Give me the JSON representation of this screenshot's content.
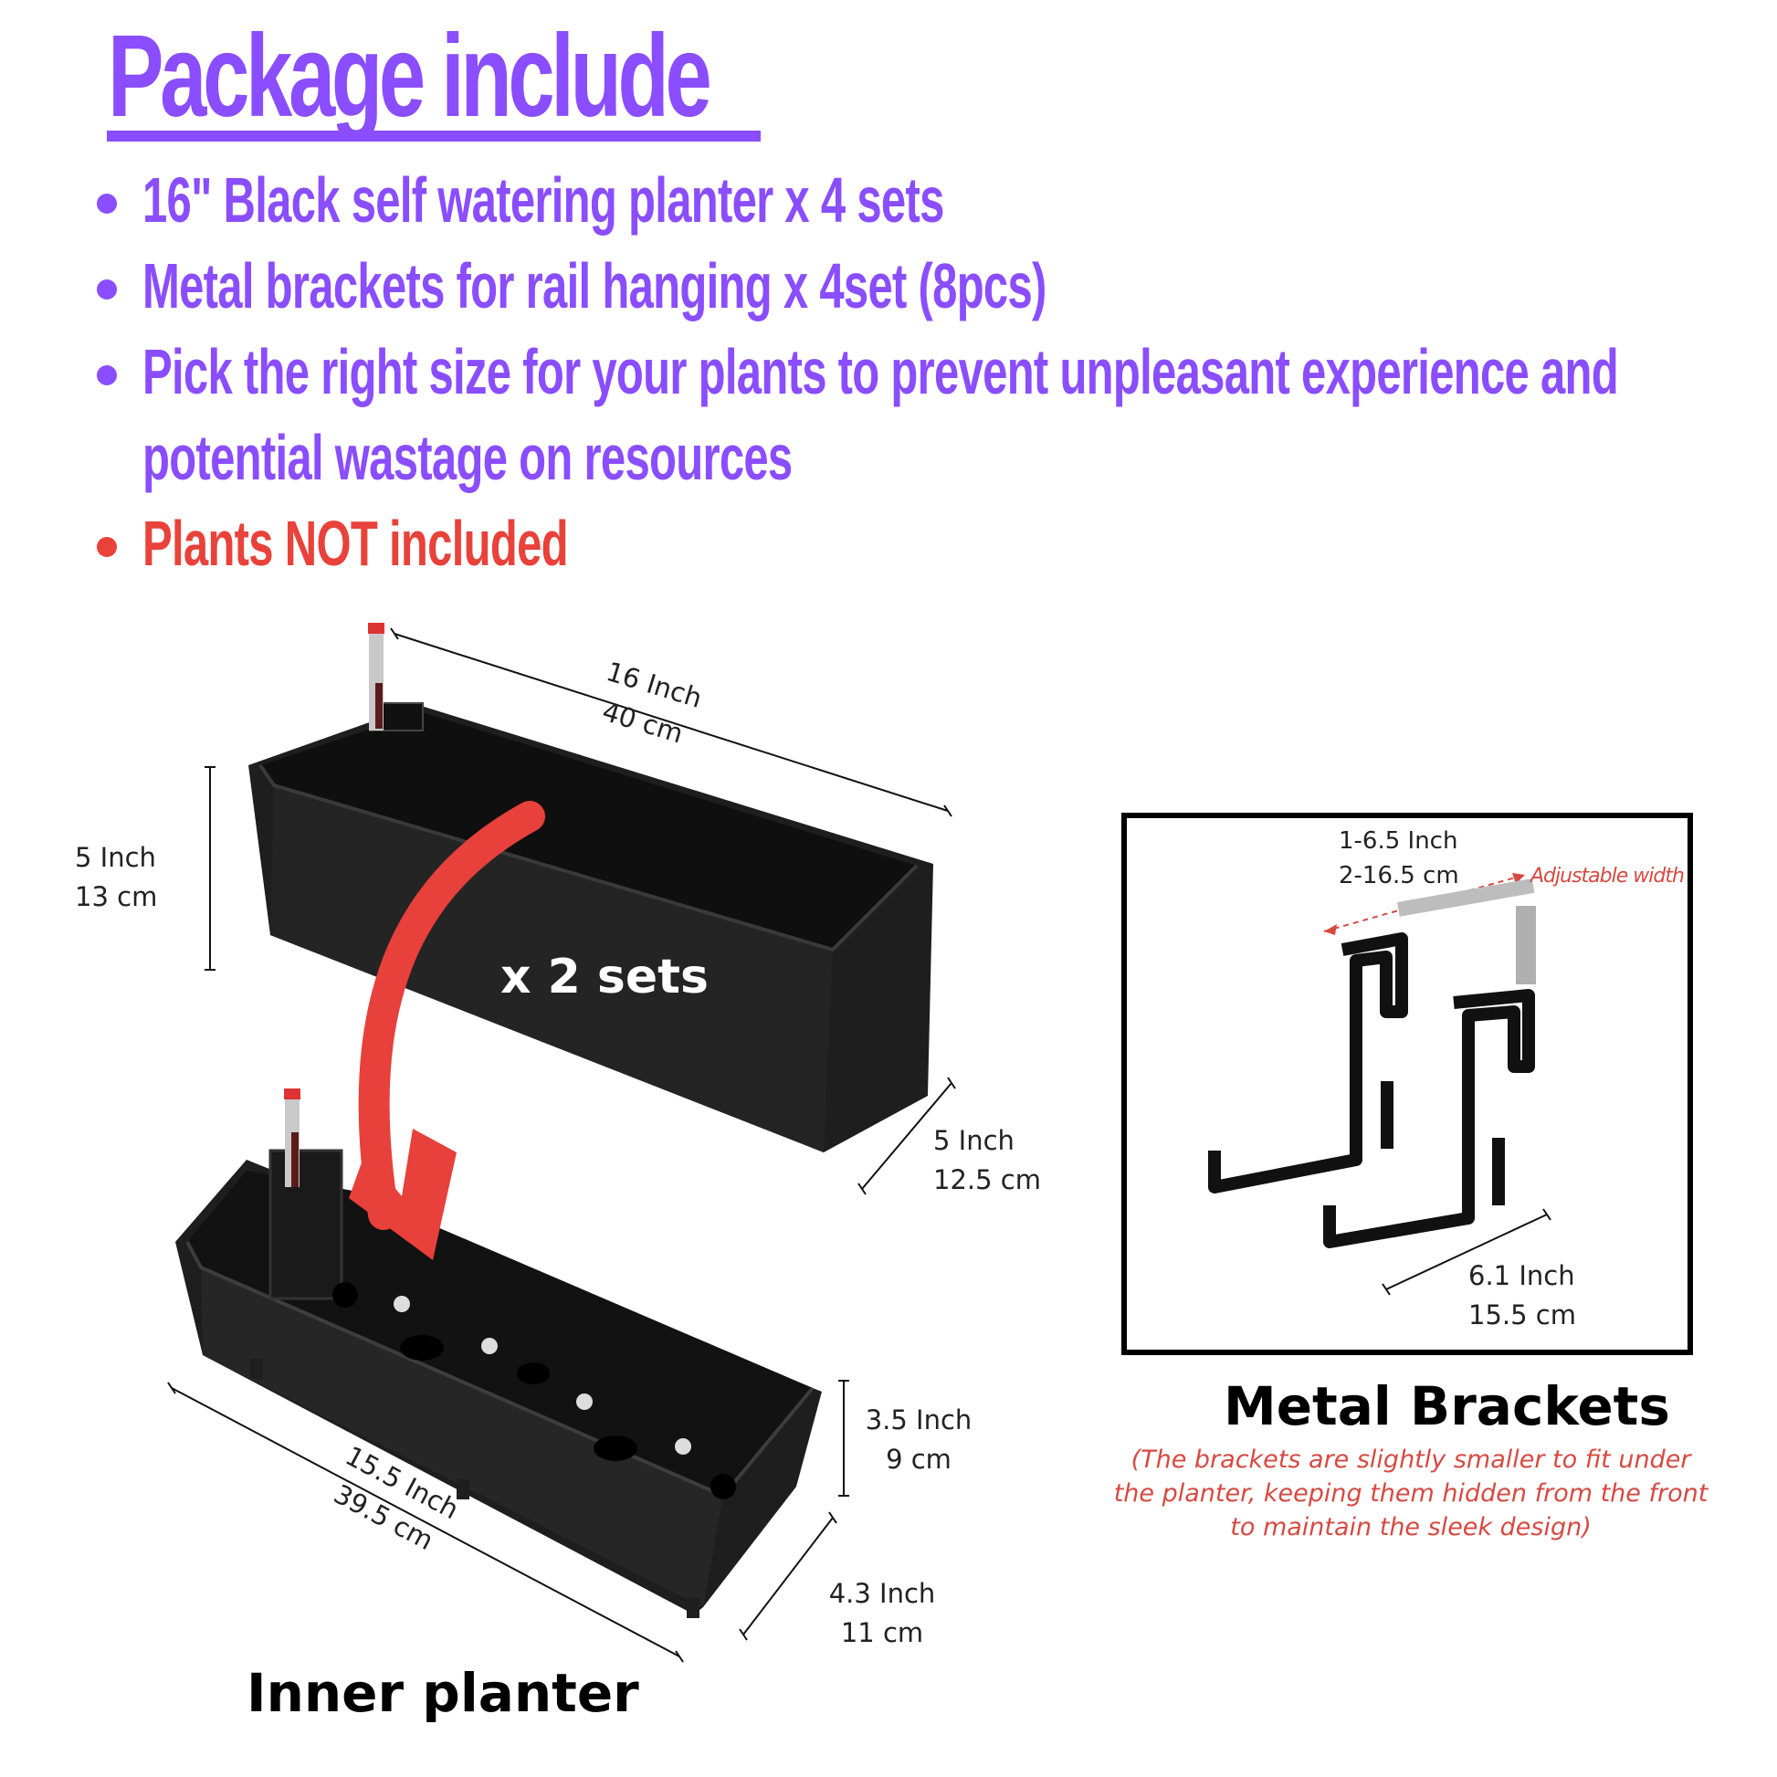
{
  "header": {
    "title": "Package include"
  },
  "bullets": [
    {
      "text": "16\" Black self watering planter x 4 sets",
      "color": "#8a4dff"
    },
    {
      "text": "Metal brackets for rail hanging x 4set (8pcs)",
      "color": "#8a4dff"
    },
    {
      "text": "Pick the right size for your plants to prevent unpleasant experience and potential wastage on resources",
      "color": "#8a4dff"
    },
    {
      "text": "Plants NOT included",
      "color": "#e8423a"
    }
  ],
  "planter": {
    "length": {
      "inch": "16 Inch",
      "cm": "40 cm"
    },
    "height": {
      "inch": "5 Inch",
      "cm": "13 cm"
    },
    "depth": {
      "inch": "5 Inch",
      "cm": "12.5 cm"
    },
    "sets_label": "x 2 sets"
  },
  "inner_planter": {
    "title": "Inner planter",
    "length": {
      "inch": "15.5 Inch",
      "cm": "39.5 cm"
    },
    "height": {
      "inch": "3.5 Inch",
      "cm": "9 cm"
    },
    "depth": {
      "inch": "4.3 Inch",
      "cm": "11 cm"
    }
  },
  "brackets": {
    "title": "Metal Brackets",
    "width": {
      "inch": "1-6.5 Inch",
      "cm": "2-16.5 cm"
    },
    "adjustable_label": "Adjustable width",
    "depth": {
      "inch": "6.1 Inch",
      "cm": "15.5 cm"
    },
    "note": "(The brackets are slightly smaller to fit under the planter, keeping them hidden from the front to maintain the sleek design)"
  },
  "colors": {
    "accent": "#8a4dff",
    "warning": "#e8423a",
    "arrow": "#e8403a",
    "planter": "#1e1e1e"
  }
}
